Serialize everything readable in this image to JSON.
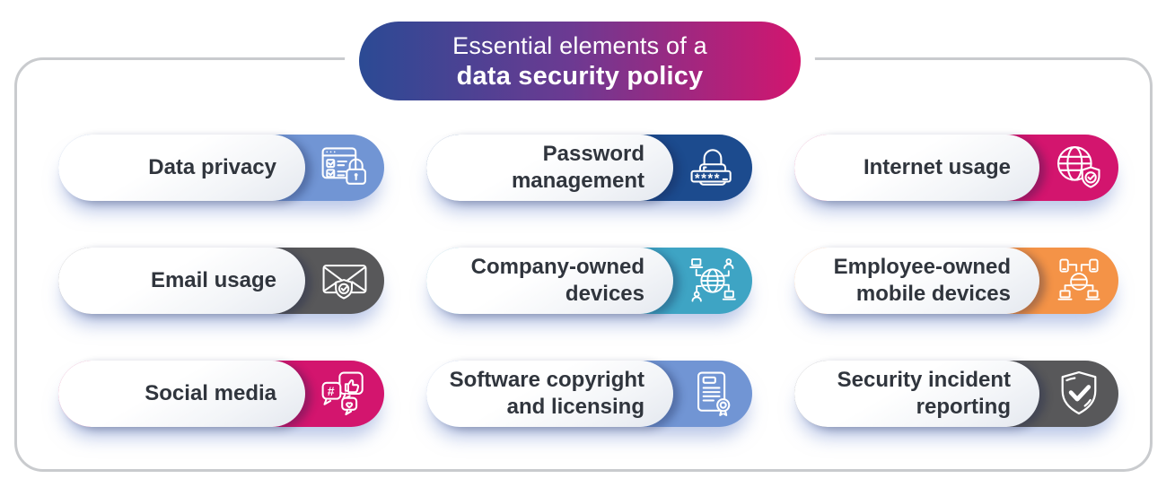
{
  "header": {
    "line1": "Essential elements of a",
    "line2": "data security policy",
    "gradient_from": "#2b4a94",
    "gradient_to": "#d3156e"
  },
  "items": [
    {
      "label": "Data privacy",
      "color": "#7195d4",
      "icon": "browser-checklist-lock-icon"
    },
    {
      "label": "Password management",
      "color": "#1c4b8e",
      "icon": "padlock-password-icon"
    },
    {
      "label": "Internet usage",
      "color": "#d3156e",
      "icon": "globe-shield-check-icon"
    },
    {
      "label": "Email usage",
      "color": "#58585a",
      "icon": "envelope-shield-icon"
    },
    {
      "label": "Company-owned devices",
      "color": "#3ea4c4",
      "icon": "globe-network-devices-icon"
    },
    {
      "label": "Employee-owned mobile devices",
      "color": "#f49347",
      "icon": "mobile-devices-network-icon"
    },
    {
      "label": "Social media",
      "color": "#d3156e",
      "icon": "social-chat-bubbles-icon"
    },
    {
      "label": "Software copyright and licensing",
      "color": "#7195d4",
      "icon": "certificate-license-icon"
    },
    {
      "label": "Security incident reporting",
      "color": "#58585a",
      "icon": "shield-check-icon"
    }
  ],
  "password_icon_text": "****"
}
